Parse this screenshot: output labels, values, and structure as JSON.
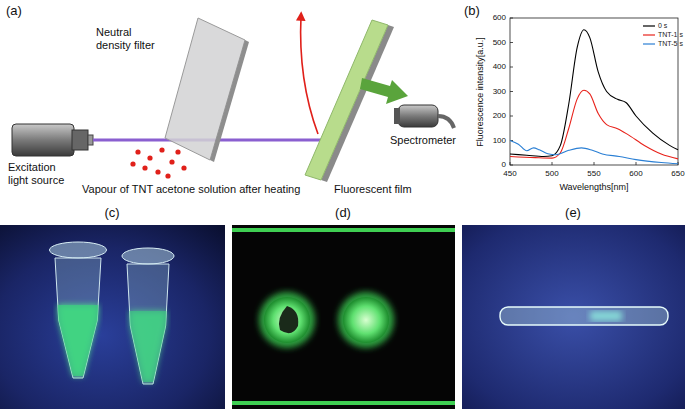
{
  "diagram": {
    "labels": [
      "(a)",
      "Neutral density filter",
      "Excitation light source",
      "Vapour of TNT acetone solution after heating",
      "Fluorescent film",
      "Spectrometer",
      "(b)",
      "0",
      "100",
      "200",
      "300",
      "400",
      "500",
      "600",
      "450",
      "500",
      "550",
      "600",
      "650",
      "Fluorescence intensity[a.u.]",
      "Wavelengths[nm]",
      "(c)",
      "(d)",
      "(e)"
    ],
    "legend": [
      {
        "text": "0 s",
        "color": "#000000"
      },
      {
        "text": "TNT-1 s",
        "color": "#e8221b"
      },
      {
        "text": "TNT-5 s",
        "color": "#2a7fd4"
      }
    ]
  }
}
